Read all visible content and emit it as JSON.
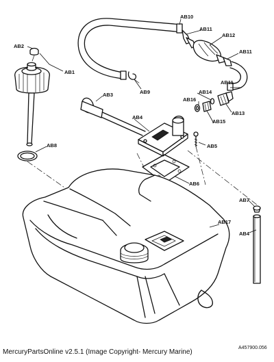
{
  "diagram": {
    "part_labels": {
      "ab1": "AB1",
      "ab2": "AB2",
      "ab3": "AB3",
      "ab4": "AB4",
      "ab4_lower": "AB4",
      "ab5": "AB5",
      "ab6": "AB6",
      "ab7": "AB7",
      "ab8": "AB8",
      "ab9": "AB9",
      "ab10": "AB10",
      "ab11_left": "AB11",
      "ab11_right": "AB11",
      "ab11_mid": "AB11",
      "ab12": "AB12",
      "ab13": "AB13",
      "ab14": "AB14",
      "ab15": "AB15",
      "ab16": "AB16",
      "ab17": "AB17"
    },
    "drawing_number": "A457900.056"
  },
  "footer": {
    "caption": "MercuryPartsOnline v2.5.1 (Image Copyright- Mercury Marine)"
  }
}
